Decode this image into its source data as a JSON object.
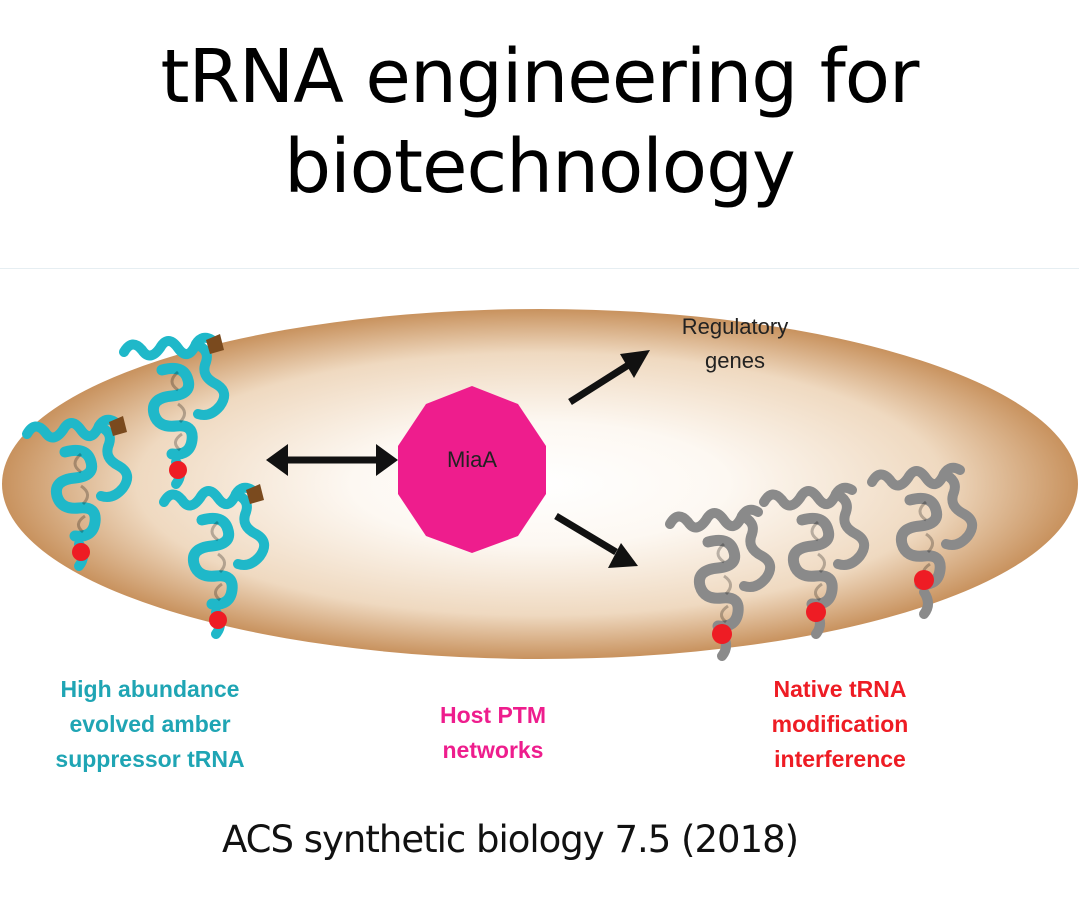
{
  "slide": {
    "title": "tRNA engineering for\nbiotechnology",
    "citation": "ACS synthetic biology 7.5 (2018)"
  },
  "diagram": {
    "center_node": "MiaA",
    "top_target": "Regulatory\ngenes",
    "labels": {
      "left": "High abundance\nevolved amber\nsuppressor tRNA",
      "center": "Host PTM\nnetworks",
      "right": "Native tRNA\nmodification\ninterference"
    },
    "icons": {
      "left_trna": "trna-ribbon-icon",
      "right_trna": "trna-ribbon-icon",
      "center": "octagon-icon"
    }
  },
  "colors": {
    "cell_edge": "#c8925e",
    "cell_center": "#ffffff",
    "evolved_trna": "#1fb8c9",
    "native_trna": "#7f7f7f",
    "anticodon": "#ee1c24",
    "acceptor_stem": "#7a4a1e",
    "miaa": "#ee1d8d",
    "arrow": "#111111"
  }
}
